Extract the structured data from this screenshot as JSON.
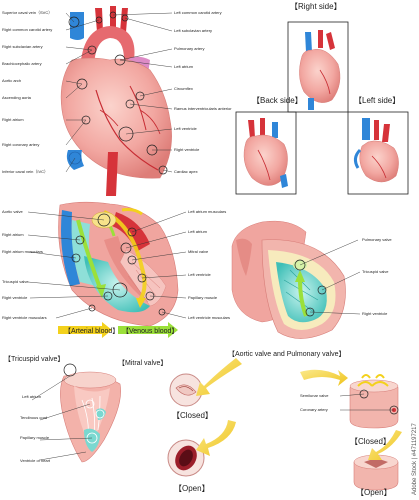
{
  "front_view": {
    "labels_left": [
      "Superior caval vein（SVC）",
      "Right common carotid artery",
      "Right subclavian artery",
      "Brachiocephalic artery",
      "Aortic arch",
      "Ascending aorta",
      "Right atrium",
      "Right coronary artery",
      "Inferior caval vein（IVC）"
    ],
    "labels_right": [
      "Left common carotid artery",
      "Left subclavian artery",
      "Pulmonary artery",
      "Left atrium",
      "Circumflex",
      "Ramus interventricularis anterior",
      "Left ventricle",
      "Right ventricle",
      "Cardiac apex"
    ]
  },
  "views": {
    "right_side": "【Right side】",
    "back_side": "【Back side】",
    "left_side": "【Left side】"
  },
  "section_view": {
    "labels_left": [
      "Aortic valve",
      "Right atrium",
      "Right atrium musculars",
      "Tricuspid valve",
      "Right ventricle",
      "Right ventricle musculars"
    ],
    "labels_right": [
      "Left atrium musculars",
      "Left atrium",
      "Mitral valve",
      "Left ventricle",
      "Papillary muscle",
      "Left ventricle musculars"
    ],
    "legend": {
      "arterial": "【Arterial blood】",
      "venous": "【Venous blood】"
    }
  },
  "right_ventricle_view": {
    "labels": [
      "Pulmonary valve",
      "Tricuspid valve",
      "Right ventricle"
    ]
  },
  "tricuspid": {
    "title": "【Tricuspid valve】",
    "labels": [
      "Left atrium",
      "Tendinous cord",
      "Papillary muscle",
      "Ventricle of heart"
    ]
  },
  "mitral": {
    "title": "【Mitral valve】",
    "closed": "【Closed】",
    "open": "【Open】"
  },
  "semilunar": {
    "title": "【Aortic valve and Pulmonary valve】",
    "labels": [
      "Semilunar valve",
      "Coronary artery"
    ],
    "closed": "【Closed】",
    "open": "【Open】"
  },
  "watermark": "Adobe Stock | #471197217",
  "colors": {
    "heart": "#f2a7a1",
    "heart_dark": "#e07f7a",
    "artery": "#d6333a",
    "vein": "#2f86d8",
    "muscle_cyan": "#7ad8d0",
    "arrow_yellow": "#f3d11c",
    "arrow_green": "#9be03a"
  }
}
